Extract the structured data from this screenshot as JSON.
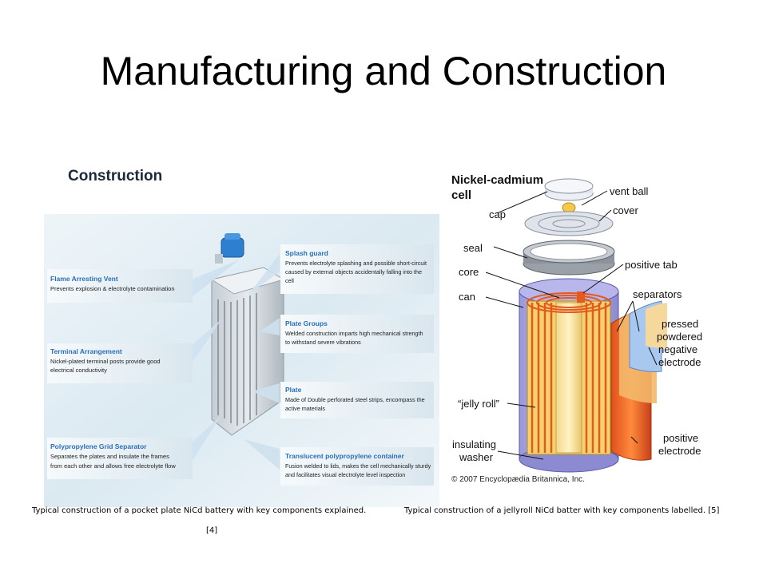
{
  "title": "Manufacturing and Construction",
  "left_figure": {
    "heading": "Construction",
    "callouts": [
      {
        "title": "Flame Arresting Vent",
        "body": [
          "Prevents explosion & electrolyte contamination"
        ]
      },
      {
        "title": "Terminal Arrangement",
        "body": [
          "Nickel-plated terminal posts provide good",
          "electrical conductivity"
        ]
      },
      {
        "title": "Polypropylene Grid Separator",
        "body": [
          "Separates the plates and insulate the frames",
          "from each other and allows free electrolyte flow"
        ]
      },
      {
        "title": "Splash guard",
        "body": [
          "Prevents electrolyte splashing and possible short-circuit",
          "caused by external objects accidentally falling into the",
          "cell"
        ]
      },
      {
        "title": "Plate Groups",
        "body": [
          "Welded construction imparts high mechanical strength",
          "to withstand severe  vibrations"
        ]
      },
      {
        "title": "Plate",
        "body": [
          "Made of Double perforated steel strips, encompass the",
          "active materials"
        ]
      },
      {
        "title": "Translucent polypropylene container",
        "body": [
          "Fusion welded to lids, makes the cell mechanically sturdy",
          "and facilitates visual electrolyte level inspection"
        ]
      }
    ]
  },
  "right_figure": {
    "heading_line1": "Nickel-cadmium",
    "heading_line2": "cell",
    "labels": {
      "vent_ball": "vent ball",
      "cap": "cap",
      "cover": "cover",
      "seal": "seal",
      "core": "core",
      "positive_tab": "positive tab",
      "can": "can",
      "separators": "separators",
      "pressed1": "pressed",
      "pressed2": "powdered",
      "pressed3": "negative",
      "pressed4": "electrode",
      "jelly_roll": "“jelly roll”",
      "insulating1": "insulating",
      "insulating2": "washer",
      "positive1": "positive",
      "positive2": "electrode"
    },
    "copyright": "© 2007 Encyclopædia Britannica, Inc."
  },
  "captions": {
    "left": "Typical construction of a pocket plate NiCd battery with key components explained.",
    "right": "Typical construction of a jellyroll NiCd batter with key components labelled. [5]",
    "left_ref": "[4]"
  }
}
